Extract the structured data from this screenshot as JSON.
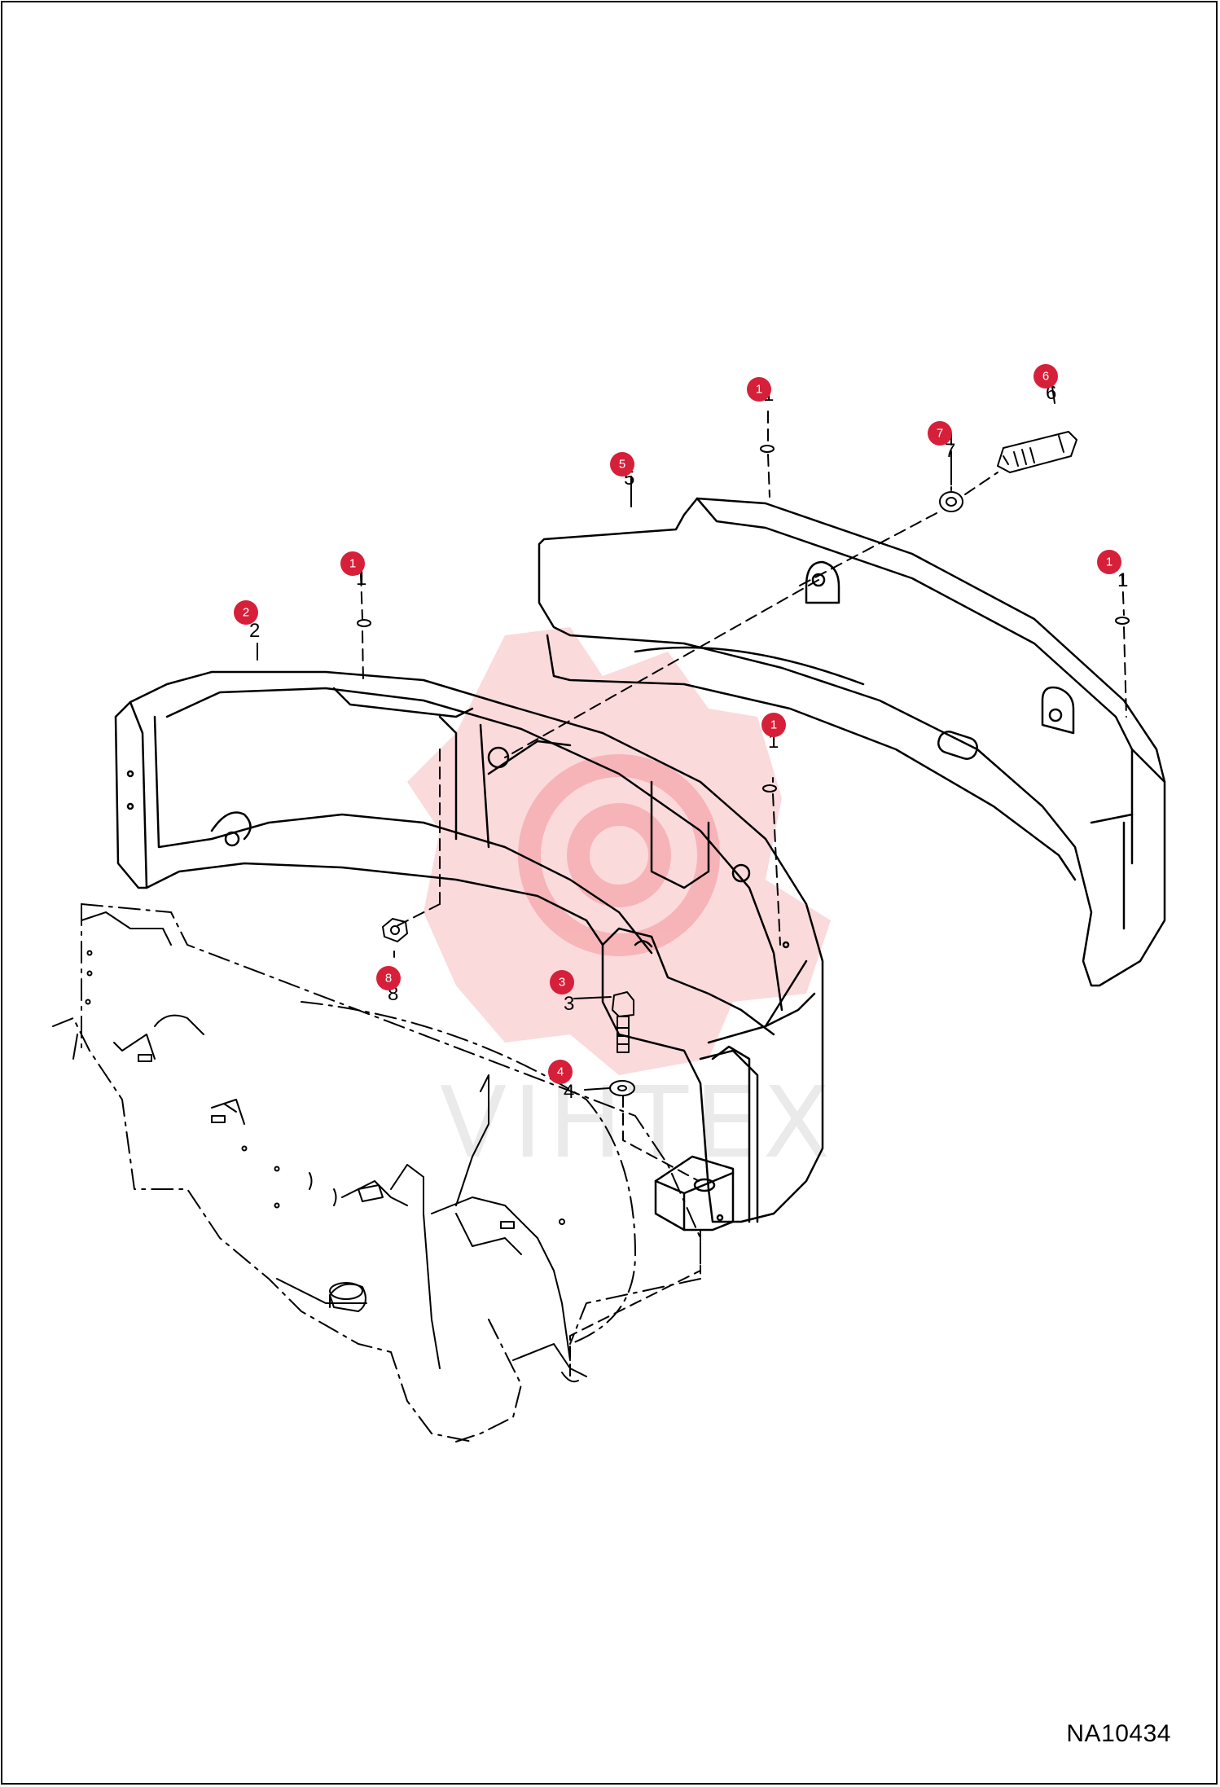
{
  "drawing": {
    "code": "NA10434",
    "watermark_text": "VIHTEX",
    "callout_color": "#d6203a",
    "line_color": "#000000",
    "watermark_color": "#e8323c"
  },
  "callouts": [
    {
      "id": "c1a",
      "label": "1"
    },
    {
      "id": "c1b",
      "label": "1"
    },
    {
      "id": "c1c",
      "label": "1"
    },
    {
      "id": "c1d",
      "label": "1"
    },
    {
      "id": "c2",
      "label": "2"
    },
    {
      "id": "c3",
      "label": "3"
    },
    {
      "id": "c4",
      "label": "4"
    },
    {
      "id": "c5",
      "label": "5"
    },
    {
      "id": "c6",
      "label": "6"
    },
    {
      "id": "c7",
      "label": "7"
    },
    {
      "id": "c8",
      "label": "8"
    }
  ]
}
